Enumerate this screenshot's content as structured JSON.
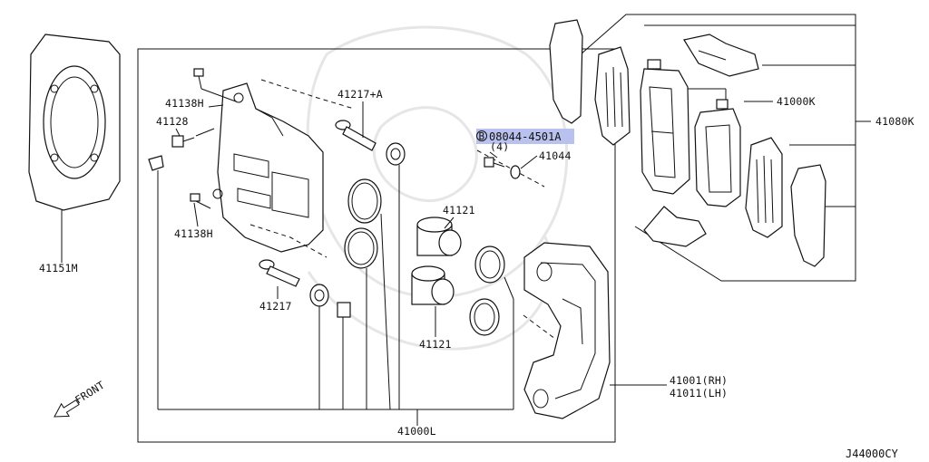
{
  "parts": {
    "shield": "41151M",
    "bolt_top": "41138H",
    "bleeder": "41128",
    "bolt_bottom": "41138H",
    "pin_top": "41217+A",
    "pin_bottom": "41217",
    "piston_top": "41121",
    "piston_bottom": "41121",
    "caliper_kit": "41000L",
    "bolt_callout_code": "08044-4501A",
    "bolt_callout_qty": "(4)",
    "bolt_callout_prefix": "B",
    "washer": "41044",
    "pad_kit": "41000K",
    "pad_assy": "41080K",
    "carrier_rh": "41001(RH)",
    "carrier_lh": "41011(LH)",
    "front_label": "FRONT",
    "diagram_id": "J44000CY"
  },
  "colors": {
    "highlight": "#b9c2ee",
    "ink": "#111111"
  }
}
